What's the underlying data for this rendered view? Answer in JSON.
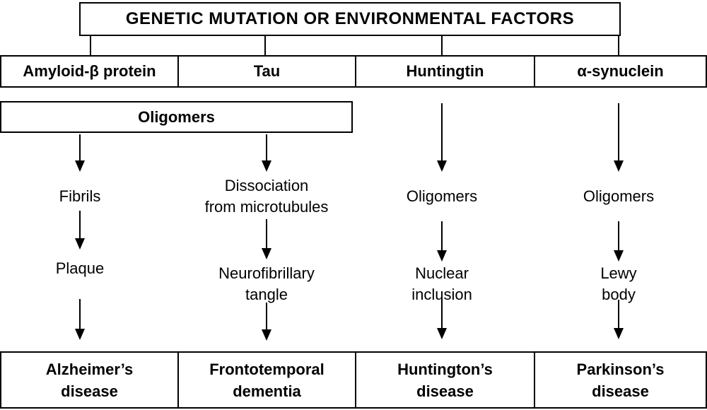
{
  "diagram": {
    "title": "GENETIC MUTATION OR ENVIRONMENTAL FACTORS",
    "oligomers_shared": "Oligomers",
    "columns": [
      {
        "protein": "Amyloid-β protein",
        "intermediates": [
          "Fibrils",
          "Plaque"
        ],
        "disease": "Alzheimer’s\ndisease"
      },
      {
        "protein": "Tau",
        "intermediates": [
          "Dissociation\nfrom microtubules",
          "Neurofibrillary\ntangle"
        ],
        "disease": "Frontotemporal\ndementia"
      },
      {
        "protein": "Huntingtin",
        "intermediates": [
          "Oligomers",
          "Nuclear\ninclusion"
        ],
        "disease": "Huntington’s\ndisease"
      },
      {
        "protein": "α-synuclein",
        "intermediates": [
          "Oligomers",
          "Lewy\nbody"
        ],
        "disease": "Parkinson’s\ndisease"
      }
    ],
    "colors": {
      "line": "#000000",
      "background": "#ffffff",
      "text": "#000000"
    }
  }
}
